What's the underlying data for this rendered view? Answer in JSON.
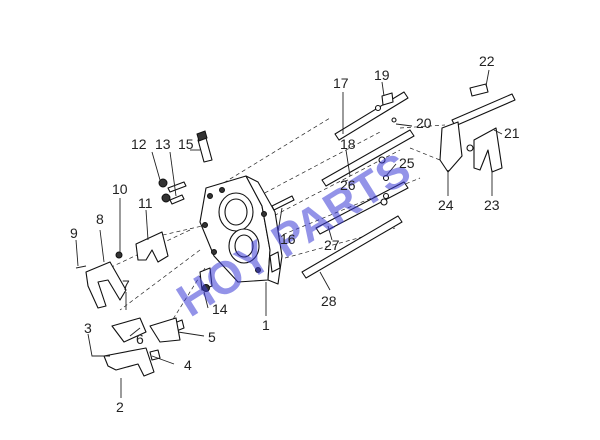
{
  "watermark": "HOY PARTS",
  "callouts": [
    {
      "id": "1",
      "text": "1"
    },
    {
      "id": "2",
      "text": "2"
    },
    {
      "id": "3",
      "text": "3"
    },
    {
      "id": "4",
      "text": "4"
    },
    {
      "id": "5",
      "text": "5"
    },
    {
      "id": "6",
      "text": "6"
    },
    {
      "id": "7",
      "text": "7"
    },
    {
      "id": "8",
      "text": "8"
    },
    {
      "id": "9",
      "text": "9"
    },
    {
      "id": "10",
      "text": "10"
    },
    {
      "id": "11",
      "text": "11"
    },
    {
      "id": "12",
      "text": "12"
    },
    {
      "id": "13",
      "text": "13"
    },
    {
      "id": "14",
      "text": "14"
    },
    {
      "id": "15",
      "text": "15"
    },
    {
      "id": "16",
      "text": "16"
    },
    {
      "id": "17",
      "text": "17"
    },
    {
      "id": "18",
      "text": "18"
    },
    {
      "id": "19",
      "text": "19"
    },
    {
      "id": "20",
      "text": "20"
    },
    {
      "id": "21",
      "text": "21"
    },
    {
      "id": "22",
      "text": "22"
    },
    {
      "id": "23",
      "text": "23"
    },
    {
      "id": "24",
      "text": "24"
    },
    {
      "id": "25",
      "text": "25"
    },
    {
      "id": "26",
      "text": "26"
    },
    {
      "id": "27",
      "text": "27"
    },
    {
      "id": "28",
      "text": "28"
    }
  ]
}
